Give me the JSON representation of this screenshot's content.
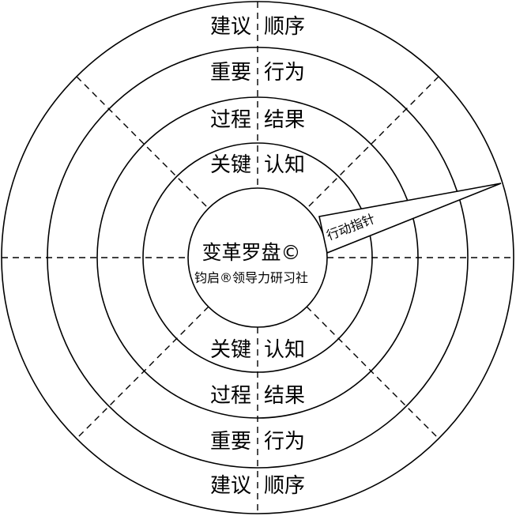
{
  "diagram": {
    "center": {
      "title": "变革罗盘©",
      "subtitle": "钧启®领导力研习社"
    },
    "pointer": {
      "label": "行动指针"
    },
    "rings_top": [
      {
        "left": "建议",
        "right": "顺序"
      },
      {
        "left": "重要",
        "right": "行为"
      },
      {
        "left": "过程",
        "right": "结果"
      },
      {
        "left": "关键",
        "right": "认知"
      }
    ],
    "rings_bottom": [
      {
        "left": "关键",
        "right": "认知"
      },
      {
        "left": "过程",
        "right": "结果"
      },
      {
        "left": "重要",
        "right": "行为"
      },
      {
        "left": "建议",
        "right": "顺序"
      }
    ],
    "colors": {
      "stroke": "#000000",
      "background": "#ffffff"
    }
  }
}
